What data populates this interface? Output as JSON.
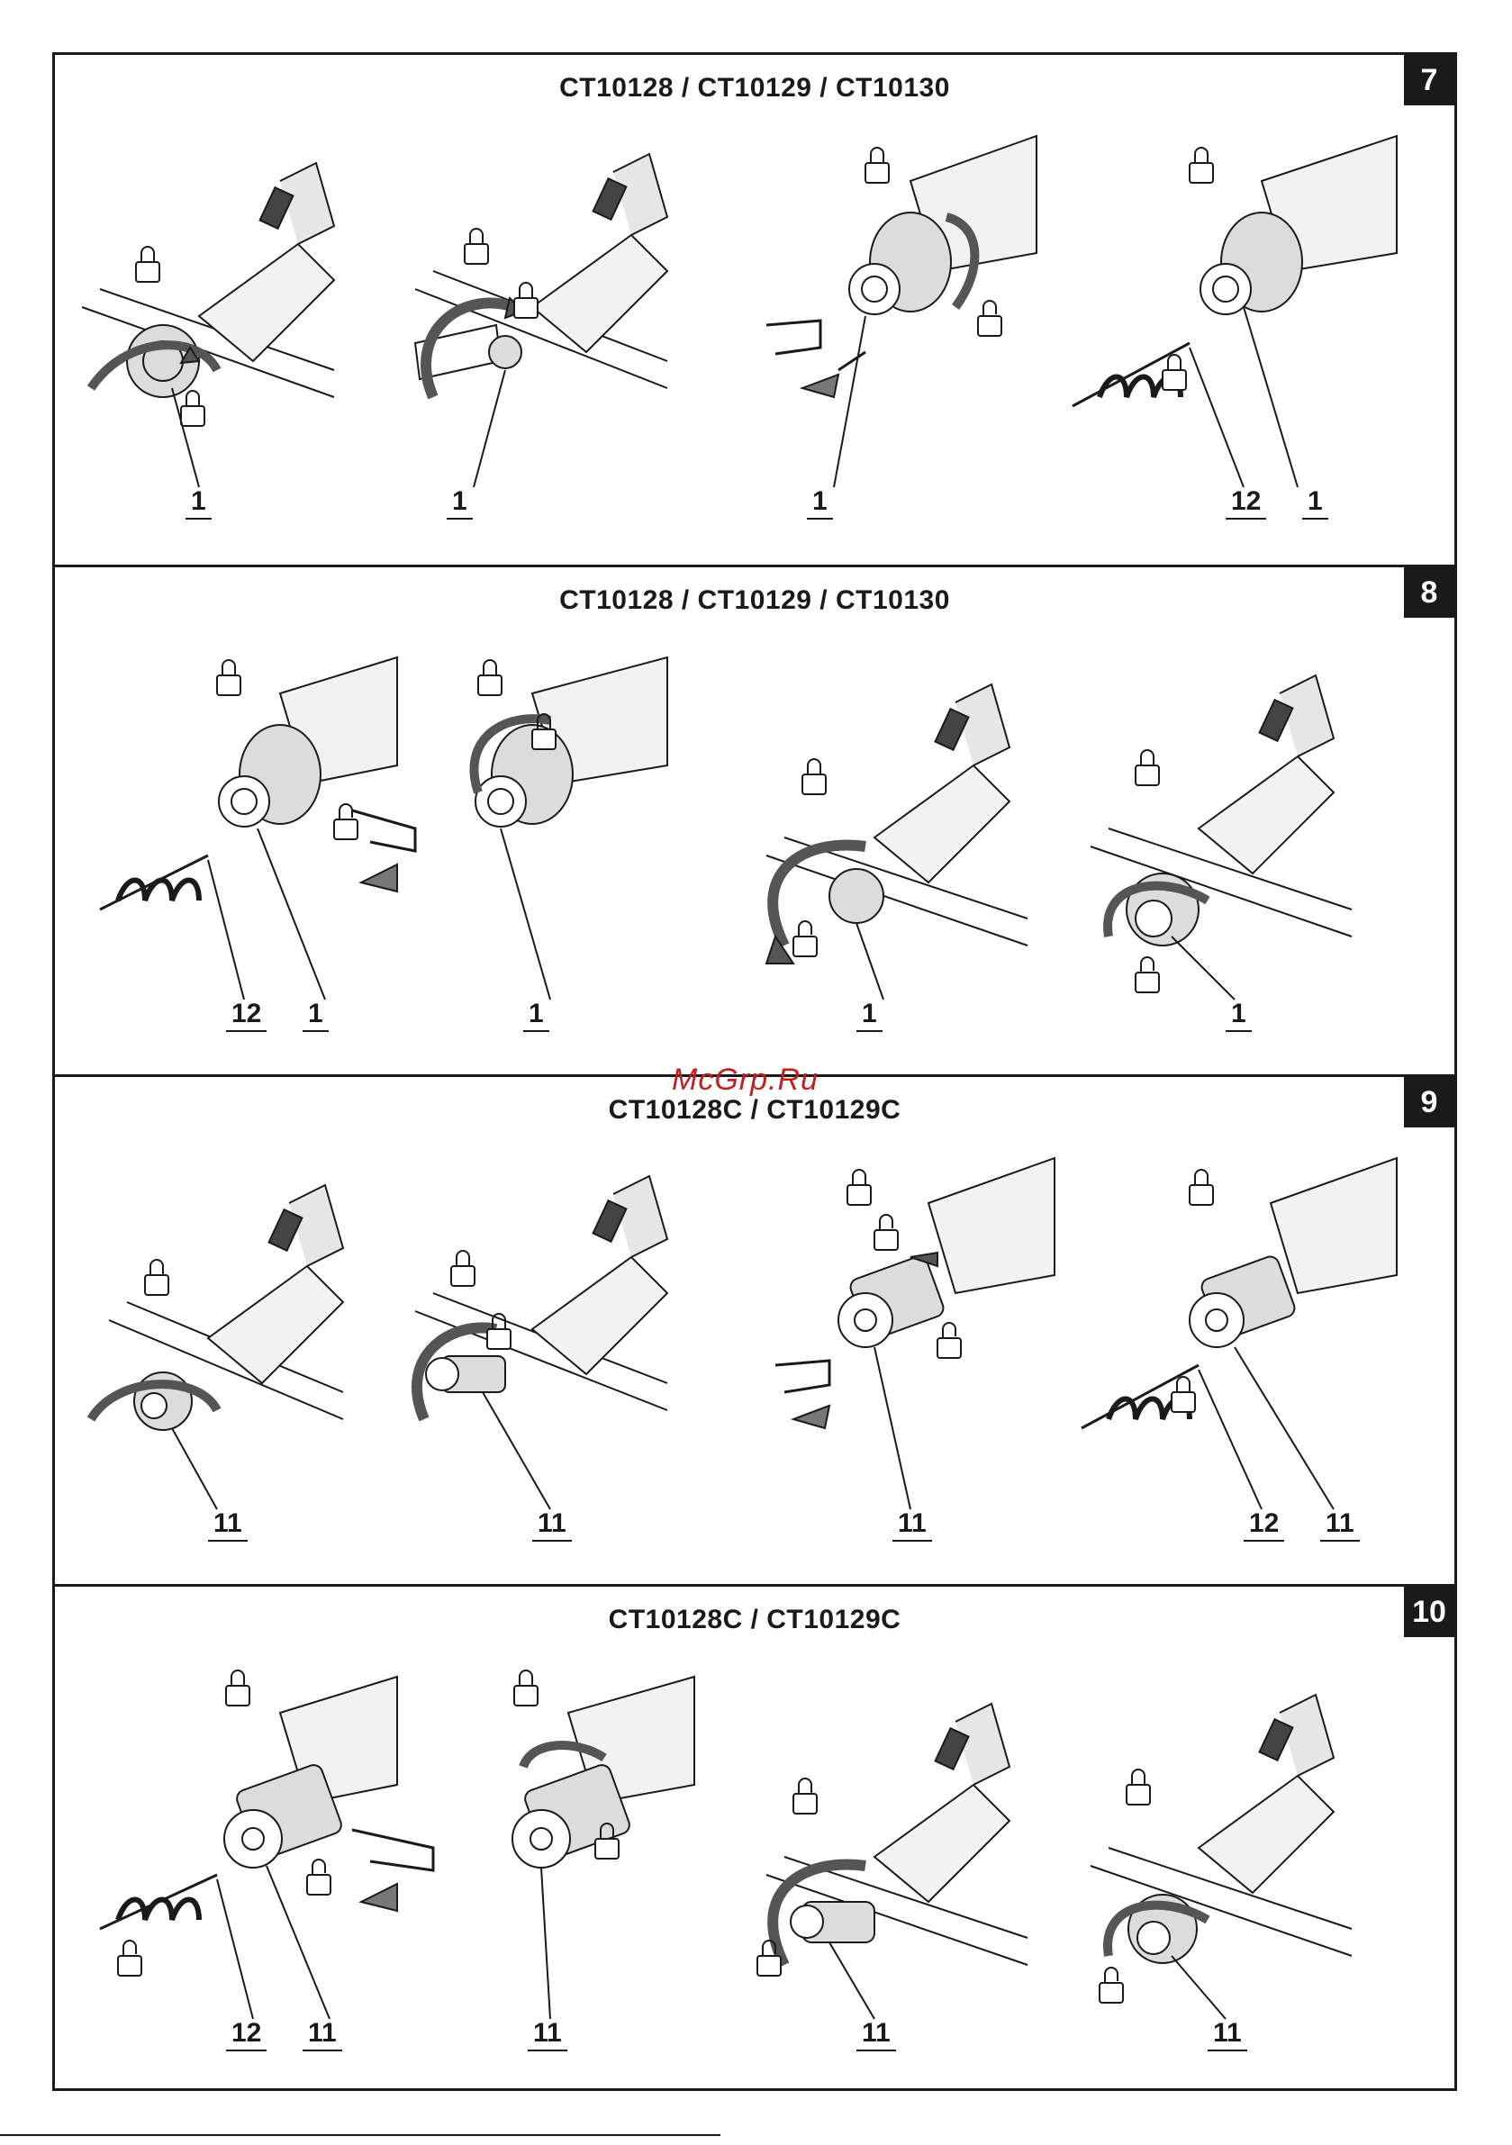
{
  "watermark": "McGrp.Ru",
  "sections": [
    {
      "number": "7",
      "title": "CT10128 / CT10129 / CT10130",
      "frames": [
        {
          "callouts": [
            "1"
          ]
        },
        {
          "callouts": [
            "1"
          ]
        },
        {
          "callouts": [
            "1"
          ]
        },
        {
          "callouts": [
            "12",
            "1"
          ]
        }
      ]
    },
    {
      "number": "8",
      "title": "CT10128 / CT10129 / CT10130",
      "frames": [
        {
          "callouts": [
            "12",
            "1"
          ]
        },
        {
          "callouts": [
            "1"
          ]
        },
        {
          "callouts": [
            "1"
          ]
        },
        {
          "callouts": [
            "1"
          ]
        }
      ]
    },
    {
      "number": "9",
      "title": "CT10128C / CT10129C",
      "frames": [
        {
          "callouts": [
            "11"
          ]
        },
        {
          "callouts": [
            "11"
          ]
        },
        {
          "callouts": [
            "11"
          ]
        },
        {
          "callouts": [
            "12",
            "11"
          ]
        }
      ]
    },
    {
      "number": "10",
      "title": "CT10128C / CT10129C",
      "frames": [
        {
          "callouts": [
            "12",
            "11"
          ]
        },
        {
          "callouts": [
            "11"
          ]
        },
        {
          "callouts": [
            "11"
          ]
        },
        {
          "callouts": [
            "11"
          ]
        }
      ]
    }
  ]
}
